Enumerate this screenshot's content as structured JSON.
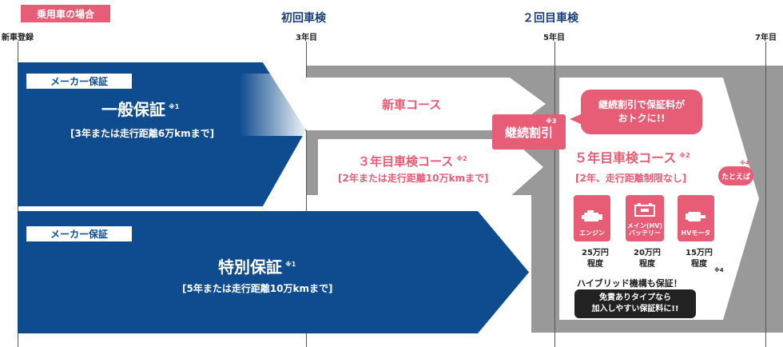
{
  "header": {
    "case_label": "乗用車の場合",
    "first_inspection": "初回車検",
    "second_inspection": "２回目車検",
    "ticks": [
      "新車登録",
      "3年目",
      "5年目",
      "7年目"
    ]
  },
  "maker_general": {
    "label": "メーカー保証",
    "title": "一般保証",
    "note": "※1",
    "sub": "[3年または走行距離6万kmまで]"
  },
  "maker_special": {
    "label": "メーカー保証",
    "title": "特別保証",
    "note": "※1",
    "sub": "[5年または走行距離10万kmまで]"
  },
  "new_car_course": {
    "title": "新車コース"
  },
  "third_year_course": {
    "title": "３年目車検コース",
    "note": "※2",
    "sub": "[2年または走行距離10万kmまで]"
  },
  "continuation_discount": {
    "title": "継続割引",
    "note": "※3"
  },
  "bubble": {
    "line1": "継続割引で保証料が",
    "line2": "おトクに!!"
  },
  "fifth_year_course": {
    "title": "５年目車検コース",
    "note": "※2",
    "sub": "[2年、走行距離制限なし]",
    "example_note": "※4",
    "example": "たとえば",
    "parts": [
      {
        "label": "エンジン",
        "icon": "engine-icon",
        "price_amount": "25万円",
        "price_approx": "程度"
      },
      {
        "label": "メイン(HV)\nバッテリー",
        "icon": "battery-icon",
        "price_amount": "20万円",
        "price_approx": "程度"
      },
      {
        "label": "HVモータ",
        "icon": "motor-icon",
        "price_amount": "15万円",
        "price_approx": "程度"
      }
    ],
    "price_note": "※4",
    "hybrid_text": "ハイブリッド機構も保証！",
    "deductible_line1": "免責ありタイプなら",
    "deductible_line2": "加入しやすい保証料に!!"
  },
  "colors": {
    "navy": "#0f4c8f",
    "pink": "#e85d76",
    "gray": "#999999",
    "heading": "#1a3d7c"
  }
}
